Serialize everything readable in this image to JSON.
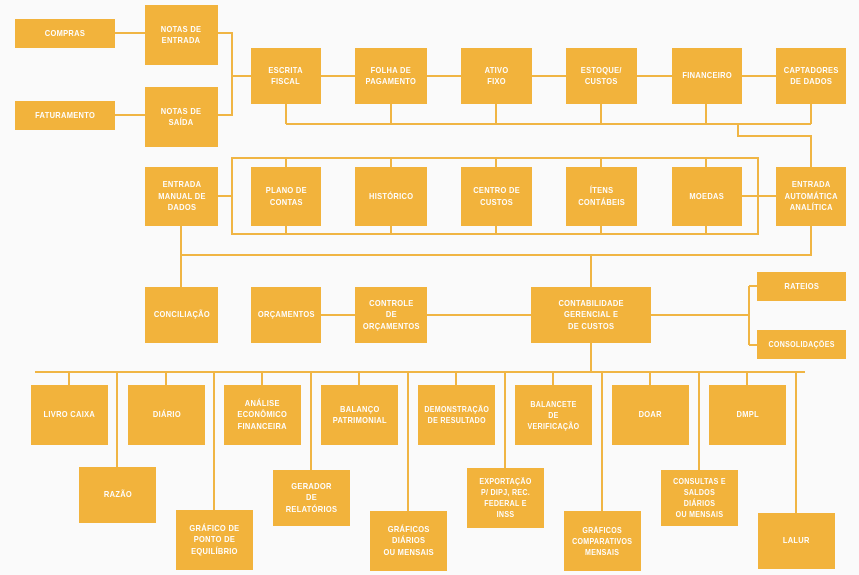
{
  "diagram": {
    "title": "Fluxograma do Sistema Contábil",
    "background_color": "#fafafa",
    "node_color": "#f2b33c",
    "line_color": "#f0b544",
    "text_color": "#fdfdfd"
  },
  "nodes": {
    "compras": "COMPRAS",
    "faturamento": "FATURAMENTO",
    "notas_entrada": "NOTAS DE\nENTRADA",
    "notas_saida": "NOTAS DE\nSAÍDA",
    "escrita_fiscal": "ESCRITA\nFISCAL",
    "folha_pagamento": "FOLHA DE\nPAGAMENTO",
    "ativo_fixo": "ATIVO\nFIXO",
    "estoque_custos": "ESTOQUE/\nCUSTOS",
    "financeiro": "FINANCEIRO",
    "captadores_dados": "CAPTADORES\nDE DADOS",
    "entrada_manual": "ENTRADA\nMANUAL DE\nDADOS",
    "plano_contas": "PLANO DE\nCONTAS",
    "historico": "HISTÓRICO",
    "centro_custos": "CENTRO DE\nCUSTOS",
    "itens_contabeis": "ÍTENS\nCONTÁBEIS",
    "moedas": "MOEDAS",
    "entrada_automatica": "ENTRADA\nAUTOMÁTICA\nANALÍTICA",
    "conciliacao": "CONCILIAÇÃO",
    "orcamentos": "ORÇAMENTOS",
    "controle_orcamentos": "CONTROLE DE\nORÇAMENTOS",
    "contabilidade_gerencial": "CONTABILIDADE\nGERENCIAL E\nDE CUSTOS",
    "rateios": "RATEIOS",
    "consolidacoes": "CONSOLIDAÇÕES",
    "livro_caixa": "LIVRO CAIXA",
    "diario": "DIÁRIO",
    "analise_economico": "ANÁLISE\nECONÔMICO\nFINANCEIRA",
    "balanco_patrimonial": "BALANÇO\nPATRIMONIAL",
    "demonstracao_resultado": "DEMONSTRAÇÃO\nDE RESULTADO",
    "balancete_verificacao": "BALANCETE\nDE VERIFICAÇÃO",
    "doar": "DOAR",
    "dmpl": "DMPL",
    "razao": "RAZÃO",
    "grafico_ponto_equilibrio": "GRÁFICO DE\nPONTO DE\nEQUILÍBRIO",
    "gerador_relatorios": "GERADOR\nDE RELATÓRIOS",
    "graficos_diarios": "GRÁFICOS\nDIÁRIOS\nOU MENSAIS",
    "exportacao": "EXPORTAÇÃO\nP/ DIPJ, REC.\nFEDERAL E INSS",
    "graficos_comparativos": "GRÁFICOS\nCOMPARATIVOS\nMENSAIS",
    "consultas_saldos": "CONSULTAS E\nSALDOS DIÁRIOS\nOU MENSAIS",
    "lalur": "LALUR"
  }
}
